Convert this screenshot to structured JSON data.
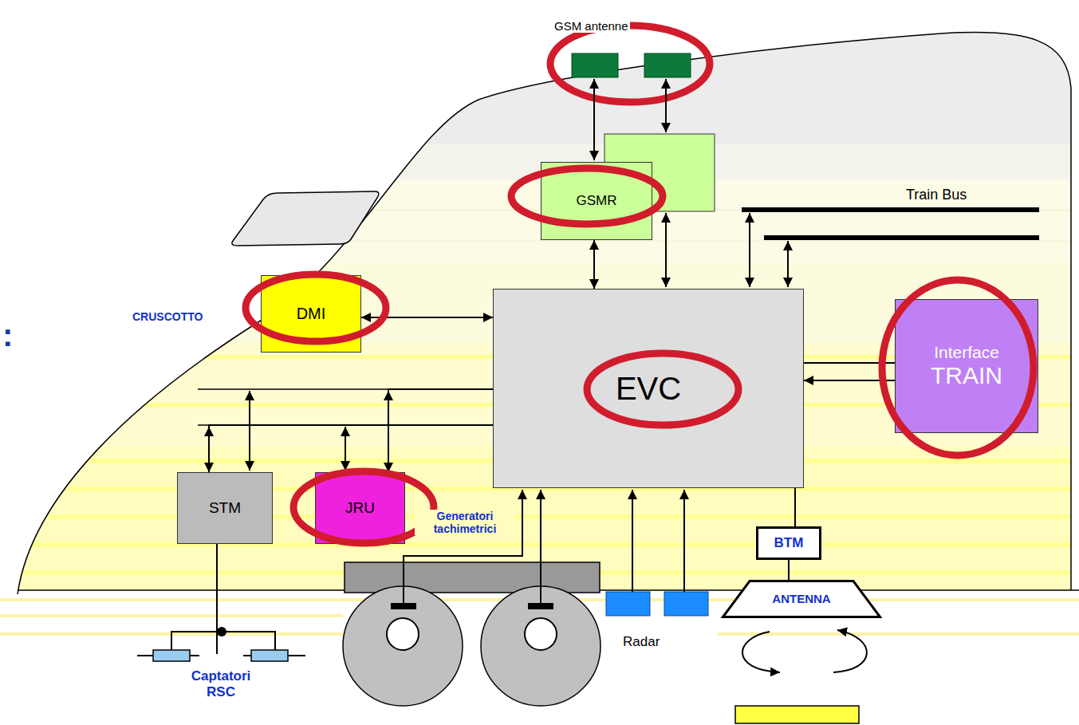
{
  "diagram": {
    "nodes": [
      {
        "text": [
          "GSMR"
        ]
      },
      {
        "text": [
          "DMI"
        ]
      },
      {
        "text": [
          "EVC"
        ]
      },
      {
        "text": [
          "Interface",
          "TRAIN"
        ]
      },
      {
        "text": [
          "STM"
        ]
      },
      {
        "text": [
          "JRU"
        ]
      },
      {
        "text": [
          "BTM"
        ]
      },
      {
        "text": [
          "ANTENNA"
        ]
      }
    ],
    "edges": [
      {
        "from": 0,
        "to": 2,
        "arrow": "both"
      },
      {
        "from": 1,
        "to": 2,
        "arrow": "both"
      },
      {
        "from": 3,
        "to": 2,
        "arrow": "to"
      },
      {
        "from": 2,
        "to": 3,
        "arrow": "none"
      },
      {
        "from": 2,
        "to": 4,
        "arrow": "to"
      },
      {
        "from": 2,
        "to": 5,
        "arrow": "to"
      },
      {
        "from": 2,
        "to": 6,
        "arrow": "none"
      },
      {
        "from": 6,
        "to": 7,
        "arrow": "none"
      }
    ],
    "labels": [
      "GSM antenne",
      "Train Bus",
      ":",
      "CRUSCOTTO",
      "Generatori tachimetrici",
      "Radar",
      "Captatori RSC"
    ]
  }
}
